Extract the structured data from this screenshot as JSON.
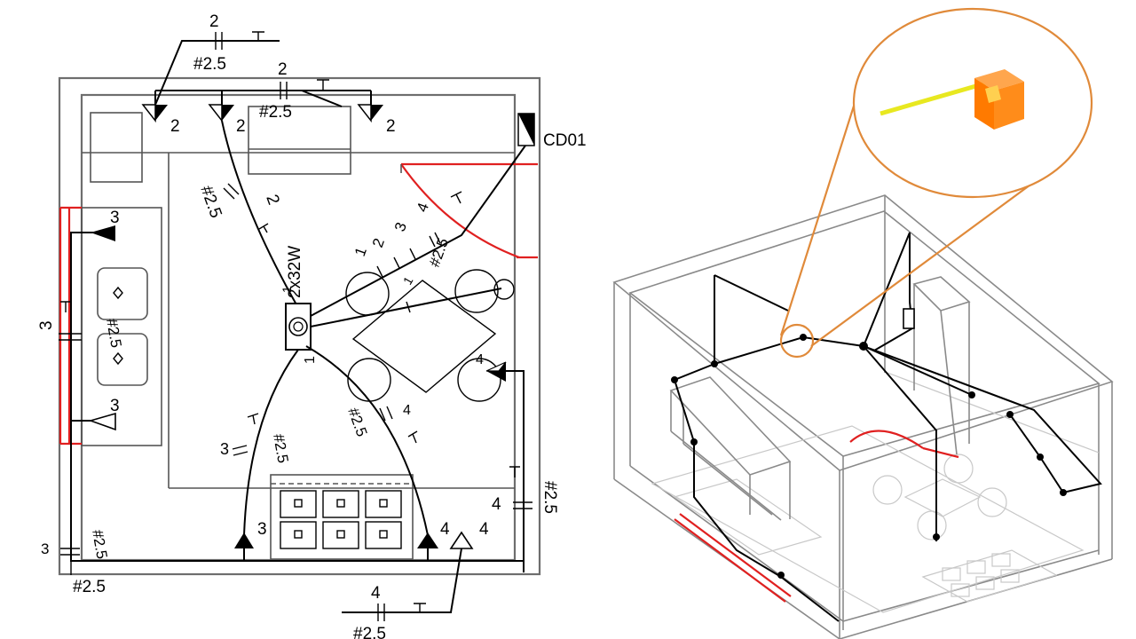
{
  "plan": {
    "symbols": {
      "top_left_circuit": "2",
      "top_left_gauge": "#2.5",
      "top_mid_circuit": "2",
      "top_mid_gauge": "#2.5",
      "lamp_a": "2",
      "lamp_b": "2",
      "lamp_c": "2",
      "breaker": "CD01",
      "diag_left_circuit": "2",
      "diag_left_gauge": "#2.5",
      "fixture": "2x32W",
      "fixture_left": "1",
      "fixture_bottom": "1",
      "door_circuits_1": "1",
      "door_circuits_2": "2",
      "door_circuits_3": "3",
      "door_circuits_4": "4",
      "door_gauge": "#2.5",
      "mid_tag": "1",
      "left_wall_sock_a": "3",
      "left_wall_sock_b": "3",
      "left_circuit": "3",
      "left_gauge": "#2.5",
      "table_circuit_4": "4",
      "table_socket": "4",
      "lower_mid_circuit": "4",
      "lower_mid_gauge": "#2.5",
      "lower_left_circuit": "3",
      "lower_left_gauge": "#2.5",
      "bottom_sock_a": "3",
      "bottom_sock_b": "4",
      "bottom_sock_c": "4",
      "right_circuit": "4",
      "right_gauge": "#2.5",
      "corner_circuit": "3",
      "corner_gauge": "#2.5",
      "corner_gauge_b": "#2.5",
      "bottom_circuit": "4",
      "bottom_gauge": "#2.5"
    }
  },
  "colors": {
    "wire": "#000000",
    "wall": "#6e6e6e",
    "door": "#e02020",
    "callout": "#e08a3a",
    "box": "#ff7a00",
    "conduit": "#e8e820"
  },
  "iso": {
    "callout_icon": "junction-box-icon"
  }
}
